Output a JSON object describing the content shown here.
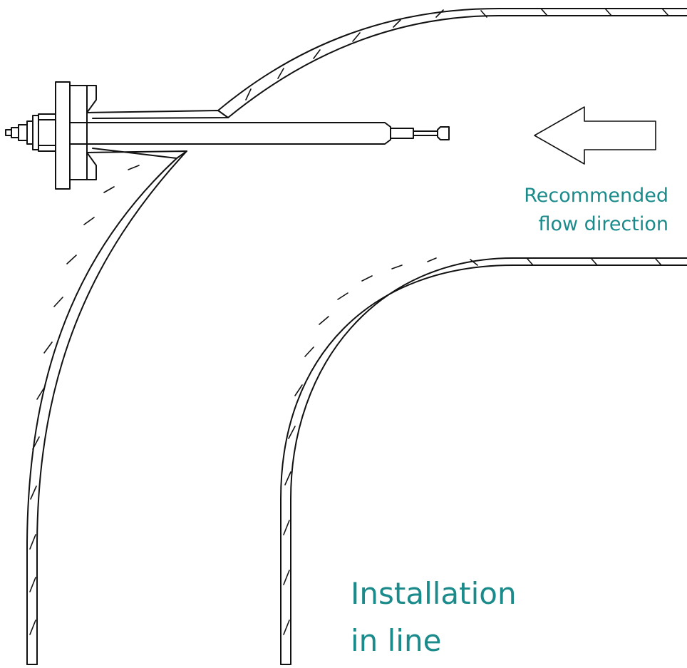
{
  "labels": {
    "flow_line1": "Recommended",
    "flow_line2": "flow direction",
    "install_line1": "Installation",
    "install_line2": "in line"
  },
  "colors": {
    "line": "#111111",
    "label": "#1a8a8a",
    "background": "#ffffff"
  },
  "icons": {
    "flow_arrow": "left-arrow-outline"
  }
}
